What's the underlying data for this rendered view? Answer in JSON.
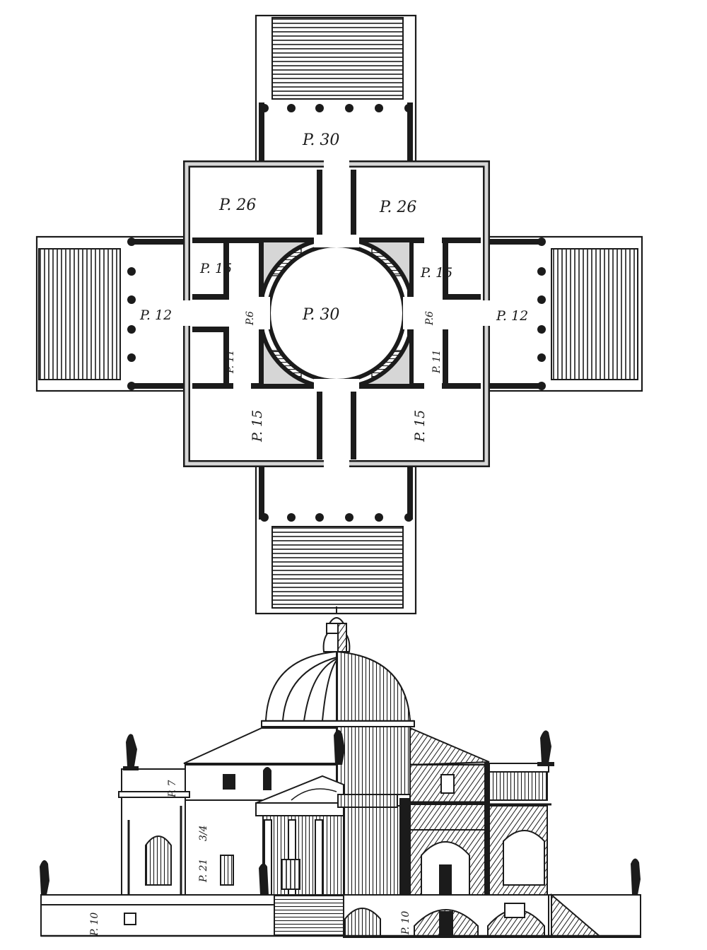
{
  "plan_labels": {
    "portico_north": "P. 30",
    "room_nw": "P. 26",
    "room_ne": "P. 26",
    "room_wnw": "P. 15",
    "room_ene": "P. 15",
    "hall": "P. 30",
    "passage_w": "P.6",
    "passage_e": "P.6",
    "portico_west": "P. 12",
    "portico_east": "P. 12",
    "room_wsw": "P. 11",
    "room_ese": "P. 11",
    "room_sw": "P. 15",
    "room_se": "P. 15"
  },
  "elevation_labels": {
    "attic": "P. 7",
    "floor": "P. 21",
    "floor_sub": "3/4",
    "base": "P. 10",
    "basement": "P. 10"
  },
  "colors": {
    "ink": "#1b1b1b",
    "paper": "#ffffff",
    "wall_fill": "#d6d6d6"
  }
}
